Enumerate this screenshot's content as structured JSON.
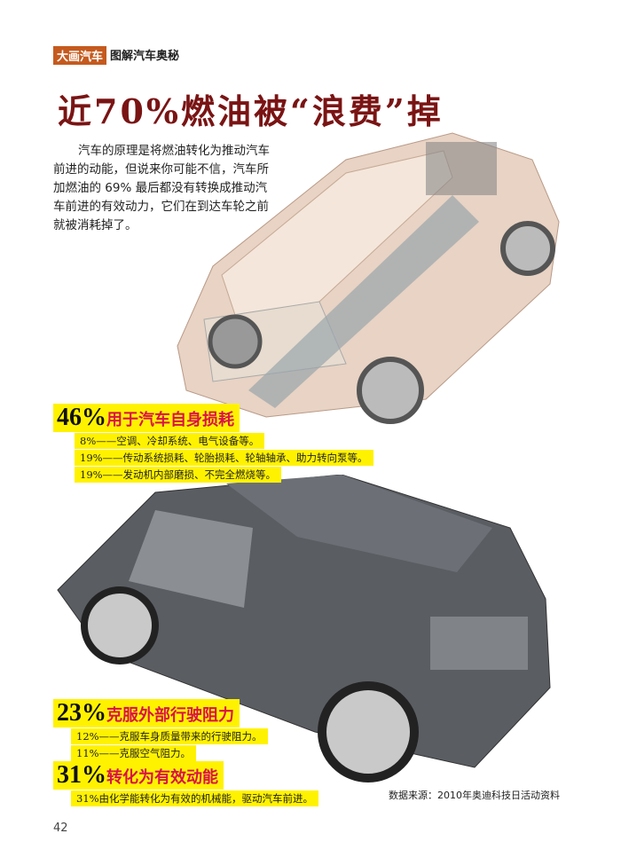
{
  "header": {
    "column_tag": "大画汽车",
    "section": "图解汽车奥秘"
  },
  "title": "近70%燃油被“浪费”掉",
  "intro": "汽车的原理是将燃油转化为推动汽车前进的动能，但说来你可能不信，汽车所加燃油的 69% 最后都没有转换成推动汽车前进的有效动力，它们在到达车轮之前就被消耗掉了。",
  "blocks": [
    {
      "pct": "46%",
      "label": "用于汽车自身损耗",
      "items": [
        "8%——空调、冷却系统、电气设备等。",
        "19%——传动系统损耗、轮胎损耗、轮轴轴承、助力转向泵等。",
        "19%——发动机内部磨损、不完全燃烧等。"
      ]
    },
    {
      "pct": "23%",
      "label": "克服外部行驶阻力",
      "items": [
        "12%——克服车身质量带来的行驶阻力。",
        "11%——克服空气阻力。"
      ]
    },
    {
      "pct": "31%",
      "label": "转化为有效动能",
      "items": [
        "31%由化学能转化为有效的机械能，驱动汽车前进。"
      ]
    }
  ],
  "source": "数据来源：2010年奥迪科技日活动资料",
  "page_number": "42",
  "colors": {
    "highlight": "#fff200",
    "accent": "#d8124a",
    "title": "#7a1414",
    "tag": "#c55a1e"
  }
}
